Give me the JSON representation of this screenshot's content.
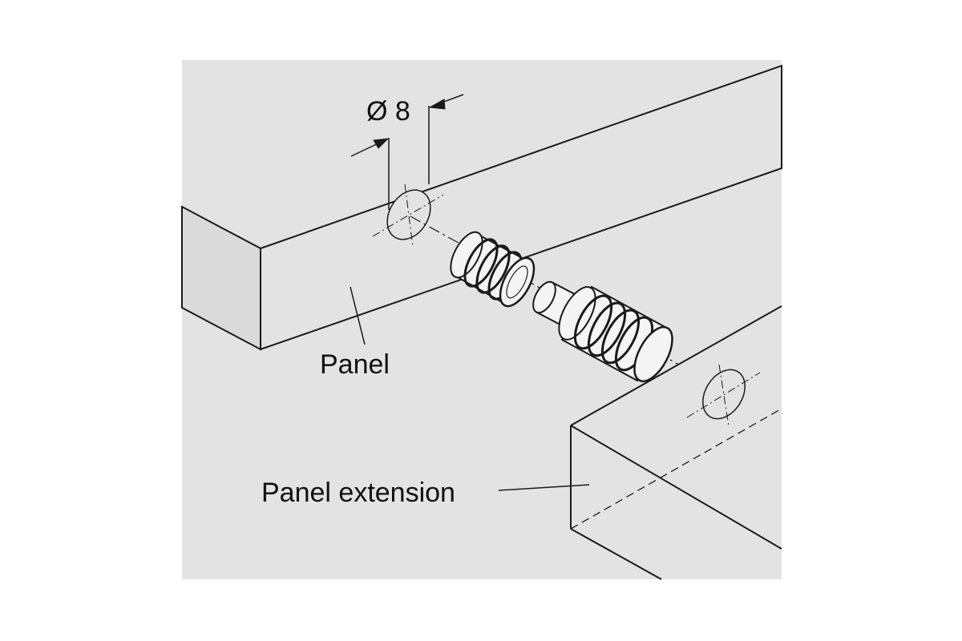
{
  "labels": {
    "dimension": "Ø 8",
    "panel": "Panel",
    "panel_extension": "Panel extension"
  },
  "colors": {
    "background_box": "#e3e3e3",
    "panel_side": "#dadada",
    "outline": "#1a1a1a",
    "connector": "#f4f4f4"
  }
}
